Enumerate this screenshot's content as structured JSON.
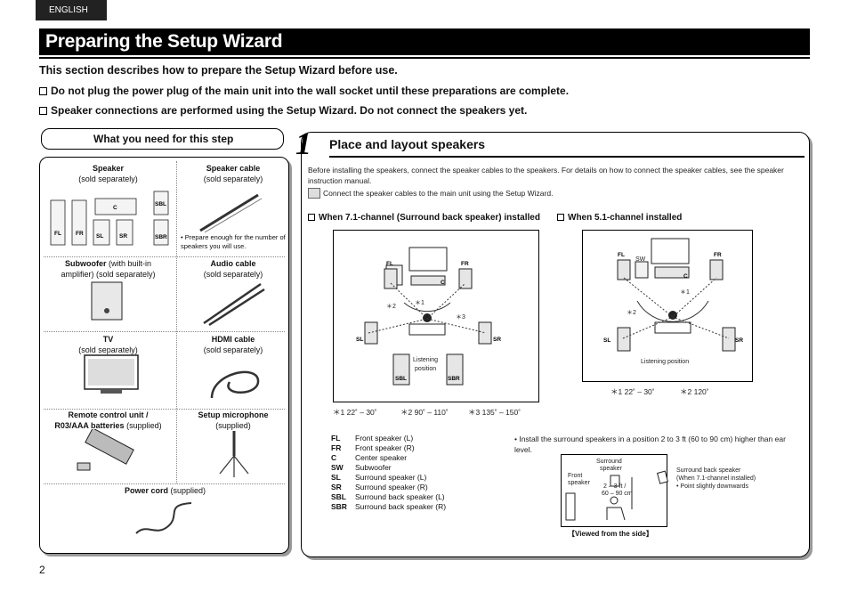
{
  "header": {
    "language_tab": "ENGLISH",
    "page_title": "Preparing the Setup Wizard",
    "intro": "This section describes how to prepare the Setup Wizard before use.",
    "notes": [
      "Do not plug the power plug of the main unit into the wall socket until these preparations are complete.",
      "Speaker connections are performed using the Setup Wizard. Do not connect the speakers yet."
    ]
  },
  "needs": {
    "tab_title": "What you need for this step",
    "items": [
      {
        "name": "Speaker",
        "detail": "(sold separately)"
      },
      {
        "name": "Speaker cable",
        "detail": "(sold separately)",
        "note": "• Prepare enough for the number of speakers you will use."
      },
      {
        "name": "Subwoofer",
        "detail_inline": " (with built-in",
        "detail": "amplifier) (sold separately)"
      },
      {
        "name": "Audio cable",
        "detail": "(sold separately)"
      },
      {
        "name": "TV",
        "detail": "(sold separately)"
      },
      {
        "name": "HDMI cable",
        "detail": "(sold separately)"
      },
      {
        "name": "Remote control unit /",
        "name2": "R03/AAA batteries",
        "detail_inline": " (supplied)"
      },
      {
        "name": "Setup microphone",
        "detail": "(supplied)"
      },
      {
        "name": "Power cord",
        "detail_inline": " (supplied)"
      }
    ],
    "speaker_labels": [
      "FL",
      "FR",
      "C",
      "SL",
      "SR",
      "SBL",
      "SBR"
    ]
  },
  "step": {
    "number": "1",
    "title": "Place and layout speakers",
    "description": "Before installing the speakers, connect the speaker cables to the speakers. For details on how to connect the speaker cables, see the speaker instruction manual.",
    "memo": "Connect the speaker cables to the main unit using the Setup Wizard.",
    "layout_71_title": "When 7.1-channel (Surround back speaker) installed",
    "layout_51_title": "When 5.1-channel installed",
    "listening_position": "Listening position",
    "listening": "Listening",
    "position": "position",
    "angles_71": [
      "＊1   22˚ – 30˚",
      "＊2   90˚ – 110˚",
      "＊3   135˚ – 150˚"
    ],
    "angles_51": [
      "＊1   22˚ – 30˚",
      "＊2   120˚"
    ],
    "marks": [
      "＊1",
      "＊2",
      "＊3"
    ],
    "legend": [
      {
        "abbr": "FL",
        "desc": "Front speaker (L)"
      },
      {
        "abbr": "FR",
        "desc": "Front speaker (R)"
      },
      {
        "abbr": "C",
        "desc": "Center speaker"
      },
      {
        "abbr": "SW",
        "desc": "Subwoofer"
      },
      {
        "abbr": "SL",
        "desc": "Surround speaker (L)"
      },
      {
        "abbr": "SR",
        "desc": "Surround speaker (R)"
      },
      {
        "abbr": "SBL",
        "desc": "Surround back speaker (L)"
      },
      {
        "abbr": "SBR",
        "desc": "Surround back speaker (R)"
      }
    ],
    "height_note": "• Install the surround speakers in a position 2 to 3 ft (60 to 90 cm) higher than ear level.",
    "side_view": {
      "front_speaker": [
        "Front",
        "speaker"
      ],
      "surround_speaker": [
        "Surround",
        "speaker"
      ],
      "distance": [
        "2 – 3 ft /",
        "60 – 90 cm"
      ],
      "surround_back": [
        "Surround back speaker",
        "(When 7.1-channel installed)",
        "• Point slightly downwards"
      ],
      "caption": "【Viewed from the side】"
    }
  },
  "footer": {
    "page_number": "2"
  }
}
